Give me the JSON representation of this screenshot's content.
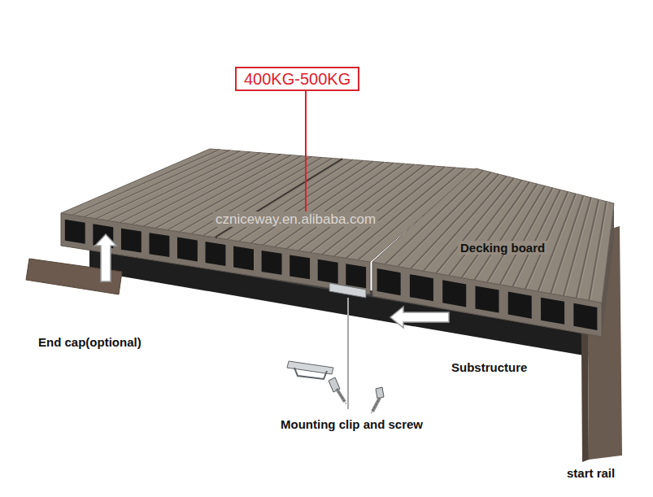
{
  "diagram": {
    "nodes": [
      {
        "text": [
          "400KG-500KG"
        ]
      }
    ],
    "labels": [
      "czniceway.en.alibaba.com",
      "Decking board",
      "End cap(optional)",
      "Substructure",
      "Mounting clip and screw",
      "start rail"
    ]
  }
}
